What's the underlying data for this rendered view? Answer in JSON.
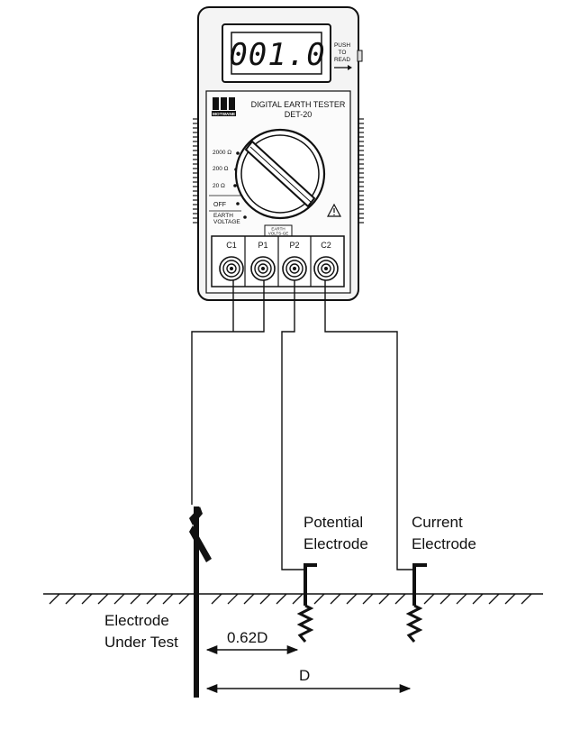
{
  "meter": {
    "display_value": "001.0",
    "push_label": [
      "PUSH",
      "TO",
      "READ"
    ],
    "brand": "MOTWANE",
    "title": "DIGITAL EARTH TESTER",
    "model": "DET-20",
    "ranges": [
      "2000 Ω",
      "200 Ω",
      "20 Ω"
    ],
    "off_label": "OFF",
    "earth_voltage_label": [
      "EARTH",
      "VOLTAGE"
    ],
    "earth_volts_tag": [
      "EARTH",
      "VOLTS-GE"
    ],
    "terminals": [
      "C1",
      "P1",
      "P2",
      "C2"
    ]
  },
  "labels": {
    "potential_electrode": [
      "Potential",
      "Electrode"
    ],
    "current_electrode": [
      "Current",
      "Electrode"
    ],
    "electrode_under_test": [
      "Electrode",
      "Under Test"
    ],
    "distance_small": "0.62D",
    "distance_large": "D"
  },
  "colors": {
    "ink": "#111111",
    "background": "#ffffff"
  }
}
